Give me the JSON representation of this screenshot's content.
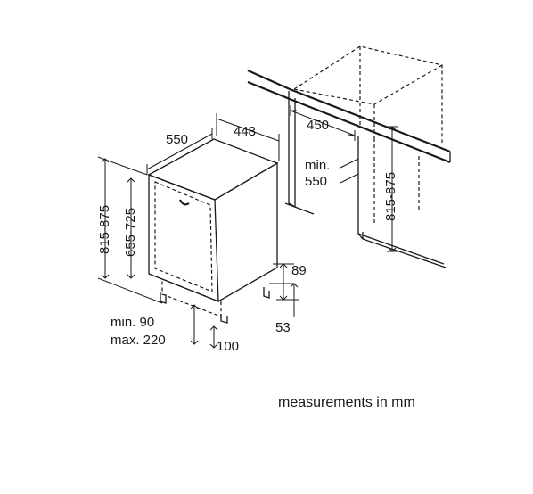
{
  "diagram": {
    "colors": {
      "ink": "#1a1a1a",
      "background": "#ffffff"
    },
    "dimensions": {
      "depth": "550",
      "width": "448",
      "niche_width": "450",
      "niche_depth_min_1": "min.",
      "niche_depth_min_2": "550",
      "height_range": "815-875",
      "door_height": "655-725",
      "niche_height": "815-875",
      "plinth_height": "89",
      "foot_offset": "53",
      "plinth_min": "min. 90",
      "plinth_max": "max. 220",
      "plinth_depth": "100"
    },
    "caption": "measurements in mm"
  }
}
